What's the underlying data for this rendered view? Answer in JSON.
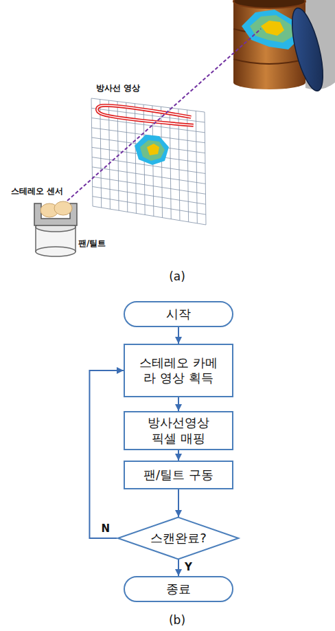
{
  "diagram": {
    "nodes": [
      {
        "text": [
          "시작"
        ]
      },
      {
        "text": [
          "스테레오 카메라 영상 획득"
        ]
      },
      {
        "text": [
          "방사선영상 픽셀 매핑"
        ]
      },
      {
        "text": [
          "팬/틸트 구동"
        ]
      },
      {
        "text": [
          "스캔완료?"
        ]
      },
      {
        "text": [
          "종료"
        ]
      }
    ],
    "edges": [
      {
        "from": 0,
        "to": 1,
        "arrow": "to"
      },
      {
        "from": 1,
        "to": 2,
        "arrow": "to"
      },
      {
        "from": 2,
        "to": 3,
        "arrow": "to"
      },
      {
        "from": 3,
        "to": 4,
        "arrow": "to"
      },
      {
        "from": 4,
        "to": 1,
        "arrow": "to",
        "label": "N"
      },
      {
        "from": 4,
        "to": 5,
        "arrow": "to",
        "label": "Y"
      }
    ],
    "labels": [
      "방사선 영상",
      "스테레오 센서",
      "팬/틸트",
      "(a)",
      "(b)"
    ]
  }
}
